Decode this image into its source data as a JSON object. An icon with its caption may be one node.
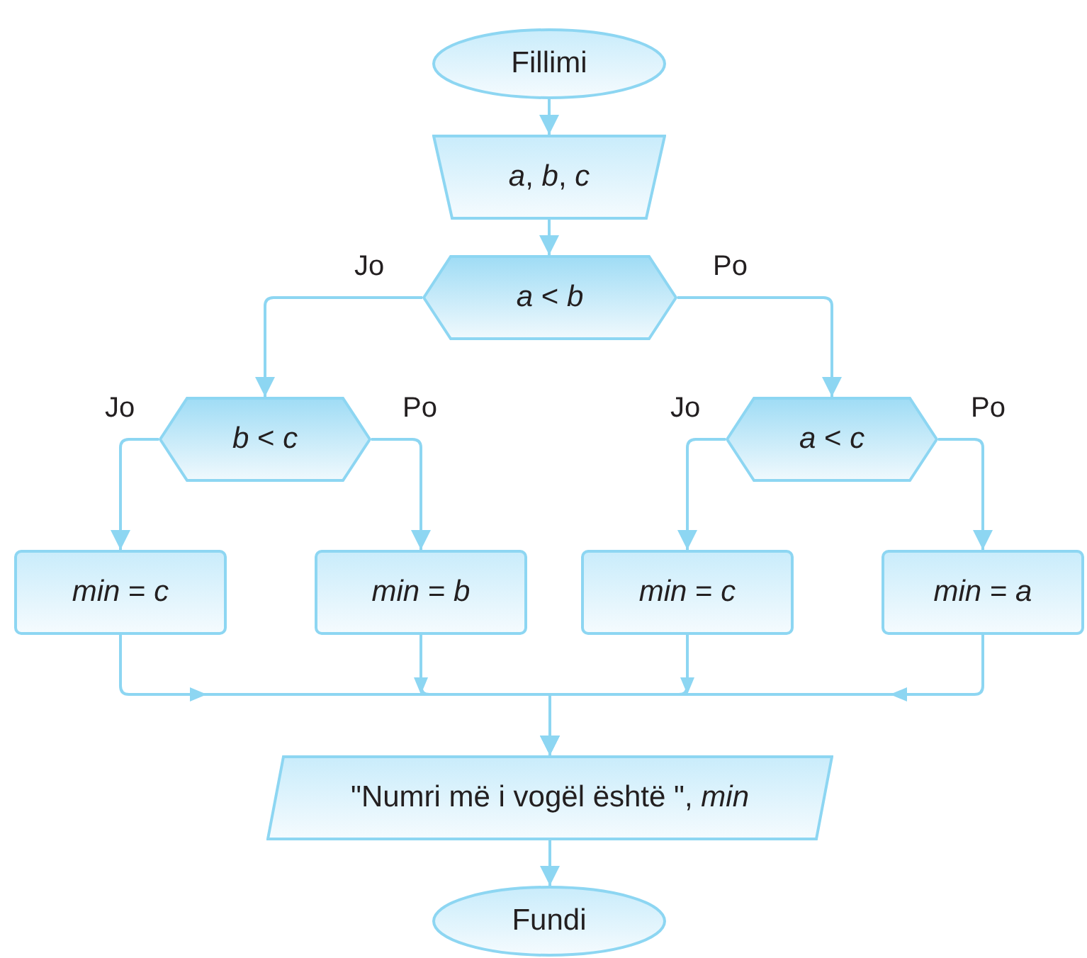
{
  "diagram": {
    "nodes": [
      {
        "text": [
          "Fillimi"
        ]
      },
      {
        "text": [
          "*a*, *b*, *c*"
        ]
      },
      {
        "text": [
          "*a* < *b*"
        ]
      },
      {
        "text": [
          "*b* < *c*"
        ]
      },
      {
        "text": [
          "*a* < *c*"
        ]
      },
      {
        "text": [
          "*min* = *c*"
        ]
      },
      {
        "text": [
          "*min* = *b*"
        ]
      },
      {
        "text": [
          "*min* = *c*"
        ]
      },
      {
        "text": [
          "*min* = *a*"
        ]
      },
      {
        "text": [
          "\"Numri më i vogël është \", *min*"
        ]
      },
      {
        "text": [
          "Fundi"
        ]
      }
    ],
    "edges": [
      {
        "from": 0,
        "to": 1,
        "arrow": "to"
      },
      {
        "from": 1,
        "to": 2,
        "arrow": "to"
      },
      {
        "from": 2,
        "to": 3,
        "arrow": "to",
        "label": "Jo"
      },
      {
        "from": 2,
        "to": 4,
        "arrow": "to",
        "label": "Po"
      },
      {
        "from": 3,
        "to": 5,
        "arrow": "to",
        "label": "Jo"
      },
      {
        "from": 3,
        "to": 6,
        "arrow": "to",
        "label": "Po"
      },
      {
        "from": 4,
        "to": 7,
        "arrow": "to",
        "label": "Jo"
      },
      {
        "from": 4,
        "to": 8,
        "arrow": "to",
        "label": "Po"
      },
      {
        "from": 5,
        "to": 9,
        "arrow": "to"
      },
      {
        "from": 6,
        "to": 9,
        "arrow": "to"
      },
      {
        "from": 7,
        "to": 9,
        "arrow": "to"
      },
      {
        "from": 8,
        "to": 9,
        "arrow": "to"
      },
      {
        "from": 9,
        "to": 10,
        "arrow": "to"
      }
    ]
  }
}
